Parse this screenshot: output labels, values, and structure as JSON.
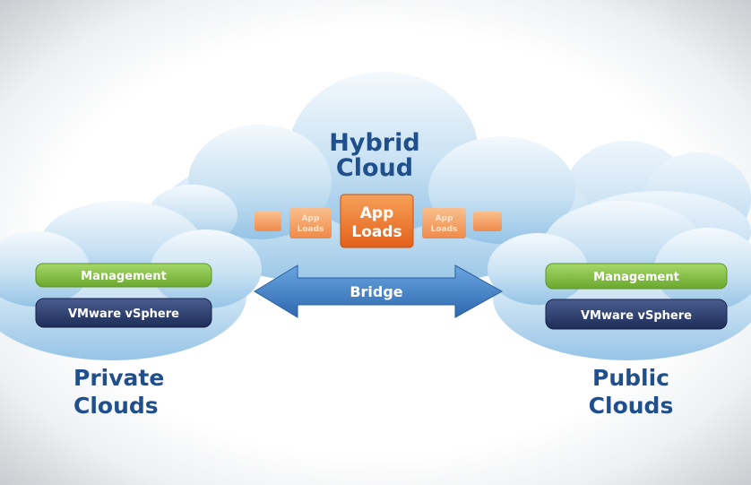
{
  "hybrid": {
    "line1": "Hybrid",
    "line2": "Cloud"
  },
  "app_loads": {
    "main_line1": "App",
    "main_line2": "Loads",
    "small_line1": "App",
    "small_line2": "Loads"
  },
  "bridge_label": "Bridge",
  "private": {
    "line1": "Private",
    "line2": "Clouds",
    "management": "Management",
    "vsphere": "VMware vSphere"
  },
  "public": {
    "line1": "Public",
    "line2": "Clouds",
    "management": "Management",
    "vsphere": "VMware vSphere"
  },
  "colors": {
    "cloud_light": "#eaf4fb",
    "cloud_mid": "#b9d9ef",
    "cloud_dark": "#8cbfe3",
    "label_blue": "#1f4f8c",
    "orange": "#e86a1f",
    "orange_light": "#f5a060",
    "green": "#7dbb3c",
    "navy": "#26386a",
    "arrow": "#3f7ec4"
  }
}
